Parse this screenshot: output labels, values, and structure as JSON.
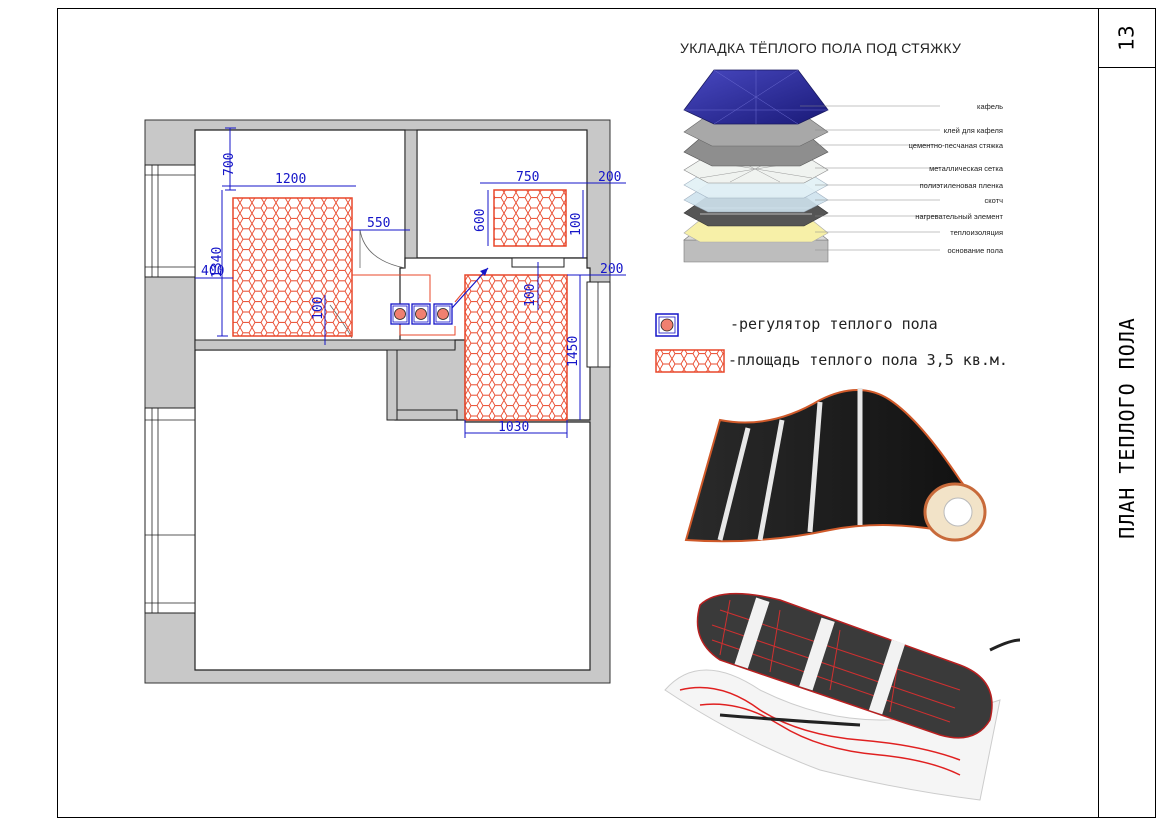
{
  "sheet": {
    "page_number": "13",
    "title": "ПЛАН ТЕПЛОГО ПОЛА"
  },
  "layers": {
    "title": "УКЛАДКА ТЁПЛОГО ПОЛА ПОД СТЯЖКУ",
    "items": [
      "кафель",
      "клей для кафеля",
      "цементно-песчаная стяжка",
      "металлическая сетка",
      "полиэтиленовая пленка",
      "скотч",
      "нагревательный элемент",
      "теплоизоляция",
      "основание пола"
    ]
  },
  "legend": {
    "regulator_label": "-регулятор теплого пола",
    "area_label": "-площадь теплого пола 3,5 кв.м."
  },
  "dimensions": {
    "d700": "700",
    "d1200": "1200",
    "d1340": "1340",
    "d400": "400",
    "d550": "550",
    "d100a": "100",
    "d750": "750",
    "d200a": "200",
    "d600": "600",
    "d100b": "100",
    "d200b": "200",
    "d100c": "100",
    "d1450": "1450",
    "d1030": "1030"
  },
  "colors": {
    "wall_fill": "#c8c8c8",
    "heating_stroke": "#e8472a",
    "dimension": "#1515c8",
    "regulator_fill": "#f08070",
    "tile_top": "#2a2a9a"
  }
}
